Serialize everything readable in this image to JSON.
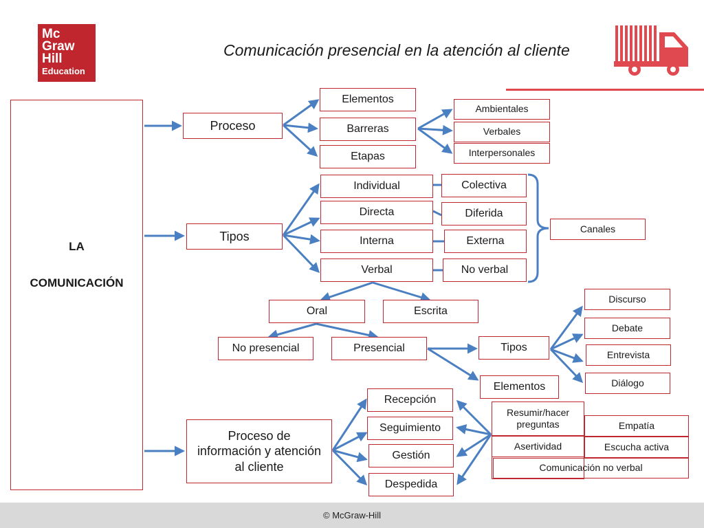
{
  "header": {
    "logo": {
      "line1": "Mc",
      "line2": "Graw",
      "line3": "Hill",
      "line4": "Education"
    },
    "title": "Comunicación presencial en la atención al cliente"
  },
  "main": {
    "line1": "LA",
    "line2": "COMUNICACIÓN"
  },
  "proceso": {
    "label": "Proceso",
    "elementos": "Elementos",
    "barreras": "Barreras",
    "etapas": "Etapas",
    "barreras_tipos": [
      "Ambientales",
      "Verbales",
      "Interpersonales"
    ]
  },
  "tipos": {
    "label": "Tipos",
    "left": [
      "Individual",
      "Directa",
      "Interna",
      "Verbal"
    ],
    "right": [
      "Colectiva",
      "Diferida",
      "Externa",
      "No verbal"
    ],
    "canales": "Canales"
  },
  "verbal": {
    "oral": "Oral",
    "escrita": "Escrita",
    "no_presencial": "No presencial",
    "presencial": "Presencial",
    "tipos": "Tipos",
    "elementos": "Elementos",
    "tipos_list": [
      "Discurso",
      "Debate",
      "Entrevista",
      "Diálogo"
    ]
  },
  "proceso_info": {
    "label": "Proceso de información y atención al cliente",
    "etapas": [
      "Recepción",
      "Seguimiento",
      "Gestión",
      "Despedida"
    ],
    "habilidades": {
      "resumir": "Resumir/hacer preguntas",
      "empatia": "Empatía",
      "asertividad": "Asertividad",
      "escucha": "Escucha activa",
      "comunicacion_no_verbal": "Comunicación no verbal"
    }
  },
  "footer": {
    "copyright": "© McGraw-Hill"
  },
  "colors": {
    "brand_red": "#c0262d",
    "arrow_blue": "#4a7fc1",
    "footer_gray": "#d9d9d9"
  }
}
